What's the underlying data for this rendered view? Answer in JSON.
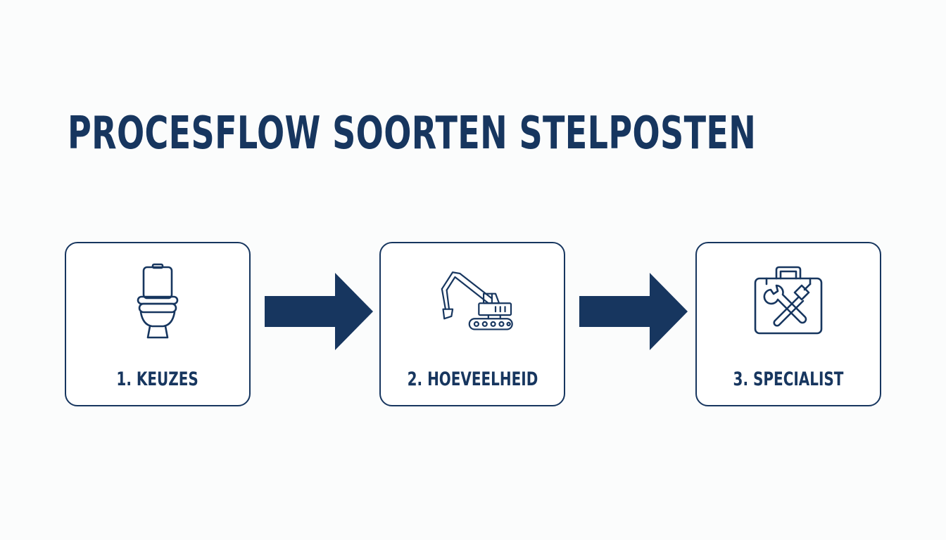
{
  "title": "PROCESFLOW SOORTEN STELPOSTEN",
  "colors": {
    "primary": "#17365f",
    "background": "#fbfcfc",
    "box_background": "#ffffff"
  },
  "steps": [
    {
      "label": "1. KEUZES",
      "icon": "toilet-icon"
    },
    {
      "label": "2. HOEVEELHEID",
      "icon": "excavator-icon"
    },
    {
      "label": "3. SPECIALIST",
      "icon": "toolbox-icon"
    }
  ],
  "connectors": [
    {
      "icon": "arrow-right-icon"
    },
    {
      "icon": "arrow-right-icon"
    }
  ]
}
